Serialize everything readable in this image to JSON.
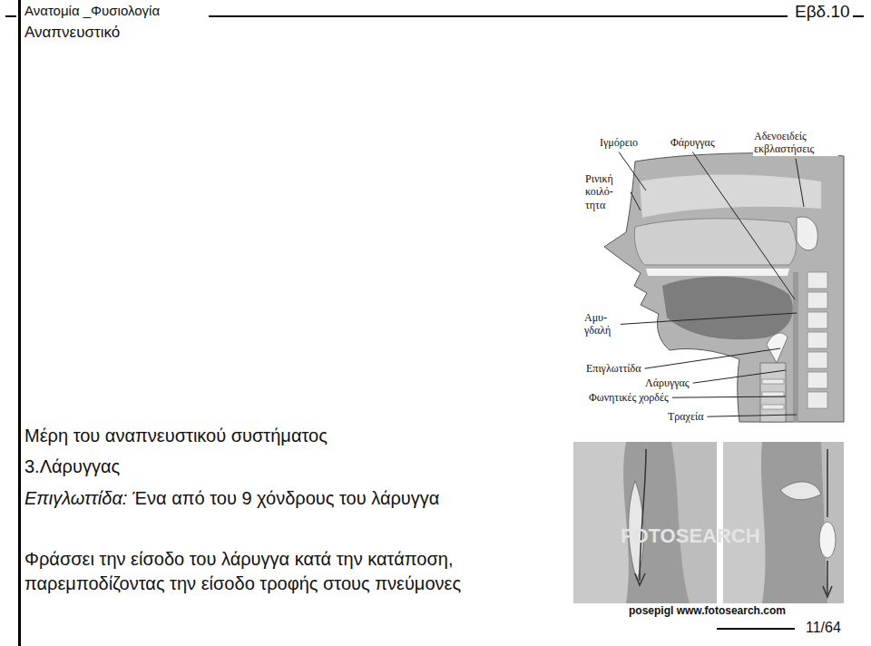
{
  "diagram": {
    "labels": [
      "Ανατομία _Φυσιολογία",
      "Αναπνευστικό",
      "Εβδ.10",
      "Μέρη του αναπνευστικού συστήματος",
      "3.Λάρυγγας",
      "Επιγλωττίδα:",
      "Ένα από του 9 χόνδρους του λάρυγγα",
      "Φράσσει την είσοδο του λάρυγγα κατά την κατάποση, παρεμποδίζοντας την είσοδο τροφής στους πνεύμονες",
      "Ιγμόρειο",
      "Φάρυγγας",
      "Αδενοειδείς εκβλαστήσεις",
      "Ρινική κοιλό- τητα",
      "Αμυ- γδαλή",
      "Επιγλωττίδα",
      "Λάρυγγας",
      "Φωνητικές χορδές",
      "Τραχεία",
      "FOTOSEARCH",
      "posepigl www.fotosearch.com",
      "11/64"
    ]
  }
}
